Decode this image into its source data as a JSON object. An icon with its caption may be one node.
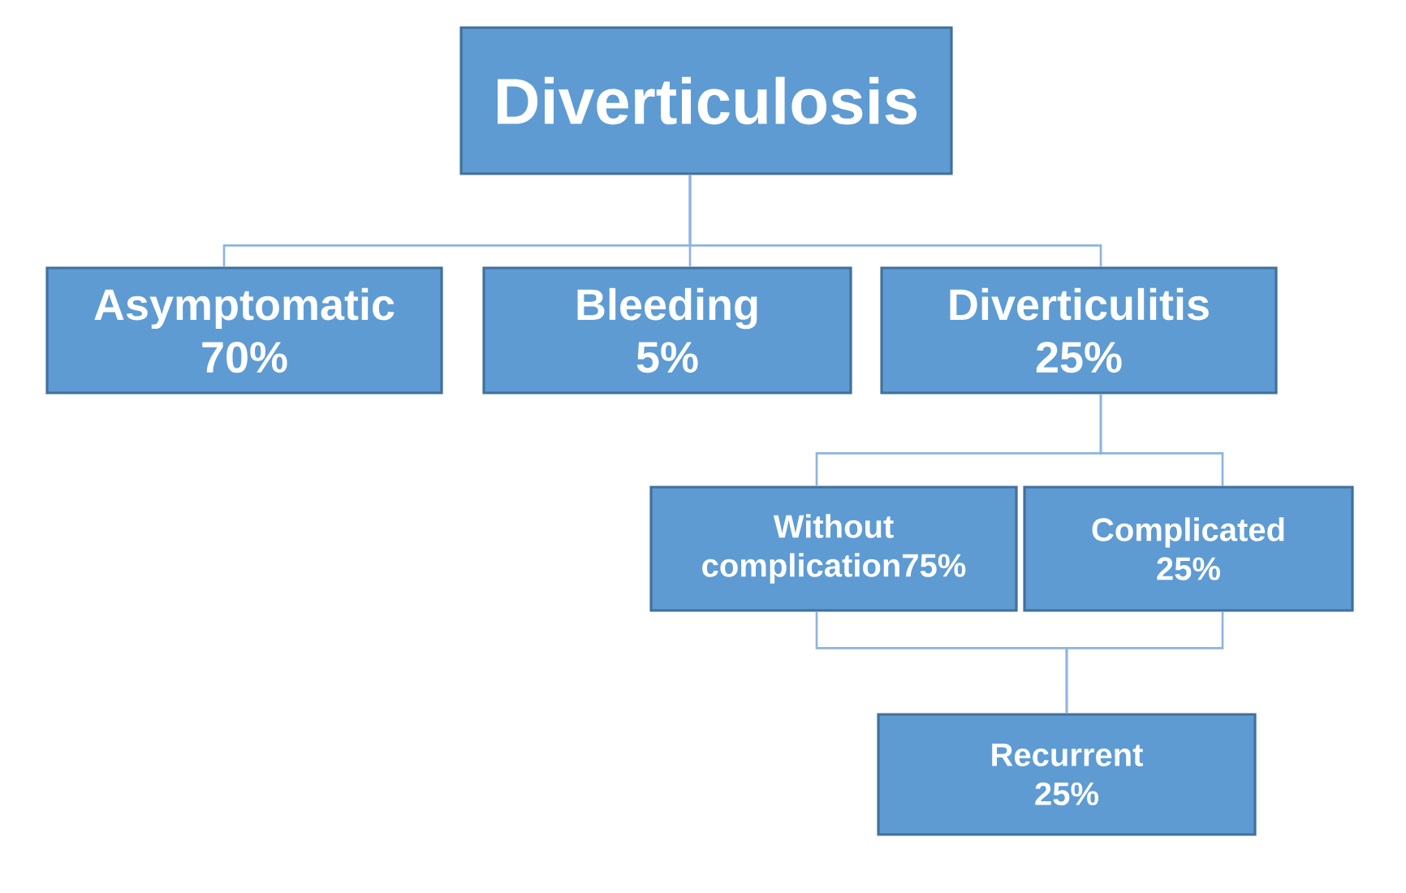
{
  "diagram": {
    "nodes": [
      {
        "text": [
          "Diverticulosis"
        ]
      },
      {
        "text": [
          "Asymptomatic 70%"
        ]
      },
      {
        "text": [
          "Bleeding 5%"
        ]
      },
      {
        "text": [
          "Diverticulitis 25%"
        ]
      },
      {
        "text": [
          "Without complication75%"
        ]
      },
      {
        "text": [
          "Complicated 25%"
        ]
      },
      {
        "text": [
          "Recurrent 25%"
        ]
      }
    ],
    "edges": [
      {
        "from": 0,
        "to": 1,
        "arrow": "none"
      },
      {
        "from": 0,
        "to": 2,
        "arrow": "none"
      },
      {
        "from": 0,
        "to": 3,
        "arrow": "none"
      },
      {
        "from": 3,
        "to": 4,
        "arrow": "none"
      },
      {
        "from": 3,
        "to": 5,
        "arrow": "none"
      },
      {
        "from": 4,
        "to": 6,
        "arrow": "none"
      },
      {
        "from": 5,
        "to": 6,
        "arrow": "none"
      }
    ]
  }
}
